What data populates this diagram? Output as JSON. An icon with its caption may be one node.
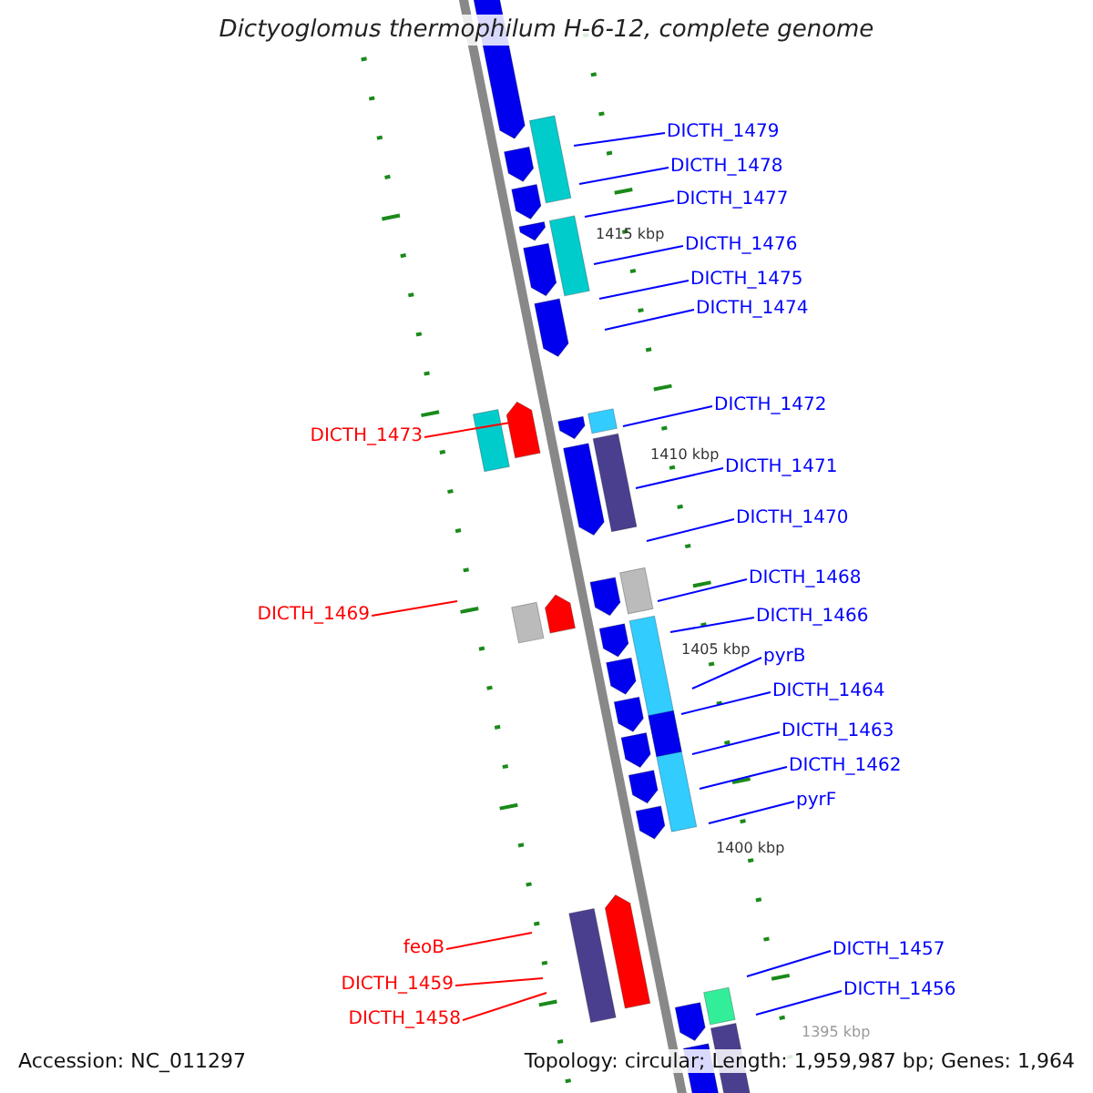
{
  "diagram": {
    "title": "Dictyoglomus thermophilum H-6-12, complete genome",
    "nodes": [
      {
        "text": [
          "DICTH_1479"
        ]
      },
      {
        "text": [
          "DICTH_1478"
        ]
      },
      {
        "text": [
          "DICTH_1477"
        ]
      },
      {
        "text": [
          "DICTH_1476"
        ]
      },
      {
        "text": [
          "DICTH_1475"
        ]
      },
      {
        "text": [
          "DICTH_1474"
        ]
      },
      {
        "text": [
          "DICTH_1472"
        ]
      },
      {
        "text": [
          "DICTH_1473"
        ]
      },
      {
        "text": [
          "DICTH_1471"
        ]
      },
      {
        "text": [
          "DICTH_1470"
        ]
      },
      {
        "text": [
          "DICTH_1468"
        ]
      },
      {
        "text": [
          "DICTH_1469"
        ]
      },
      {
        "text": [
          "DICTH_1466"
        ]
      },
      {
        "text": [
          "pyrB"
        ]
      },
      {
        "text": [
          "DICTH_1464"
        ]
      },
      {
        "text": [
          "DICTH_1463"
        ]
      },
      {
        "text": [
          "DICTH_1462"
        ]
      },
      {
        "text": [
          "pyrF"
        ]
      },
      {
        "text": [
          "feoB"
        ]
      },
      {
        "text": [
          "DICTH_1457"
        ]
      },
      {
        "text": [
          "DICTH_1459"
        ]
      },
      {
        "text": [
          "DICTH_1456"
        ]
      },
      {
        "text": [
          "DICTH_1458"
        ]
      }
    ],
    "edges": [
      {
        "from": 0,
        "to": null,
        "arrow": "none"
      },
      {
        "from": 1,
        "to": null,
        "arrow": "none"
      },
      {
        "from": 2,
        "to": null,
        "arrow": "none"
      },
      {
        "from": 3,
        "to": null,
        "arrow": "none"
      },
      {
        "from": 4,
        "to": null,
        "arrow": "none"
      },
      {
        "from": 5,
        "to": null,
        "arrow": "none"
      },
      {
        "from": 6,
        "to": null,
        "arrow": "none"
      },
      {
        "from": 7,
        "to": null,
        "arrow": "none",
        "color": "#ff0000"
      },
      {
        "from": 8,
        "to": null,
        "arrow": "none"
      },
      {
        "from": 9,
        "to": null,
        "arrow": "none"
      },
      {
        "from": 10,
        "to": null,
        "arrow": "none"
      },
      {
        "from": 11,
        "to": null,
        "arrow": "none",
        "color": "#ff0000"
      },
      {
        "from": 12,
        "to": null,
        "arrow": "none"
      },
      {
        "from": 13,
        "to": null,
        "arrow": "none"
      },
      {
        "from": 14,
        "to": null,
        "arrow": "none"
      },
      {
        "from": 15,
        "to": null,
        "arrow": "none"
      },
      {
        "from": 16,
        "to": null,
        "arrow": "none"
      },
      {
        "from": 17,
        "to": null,
        "arrow": "none"
      },
      {
        "from": 18,
        "to": null,
        "arrow": "none",
        "color": "#ff0000"
      },
      {
        "from": 19,
        "to": null,
        "arrow": "none"
      },
      {
        "from": 20,
        "to": null,
        "arrow": "none",
        "color": "#ff0000"
      },
      {
        "from": 21,
        "to": null,
        "arrow": "none"
      },
      {
        "from": 22,
        "to": null,
        "arrow": "none",
        "color": "#ff0000"
      }
    ],
    "labels": [
      "1415 kbp",
      "1410 kbp",
      "1405 kbp",
      "1400 kbp",
      "1395 kbp",
      "Accession: NC_011297",
      "Topology: circular; Length: 1,959,987 bp; Genes: 1,964"
    ]
  }
}
